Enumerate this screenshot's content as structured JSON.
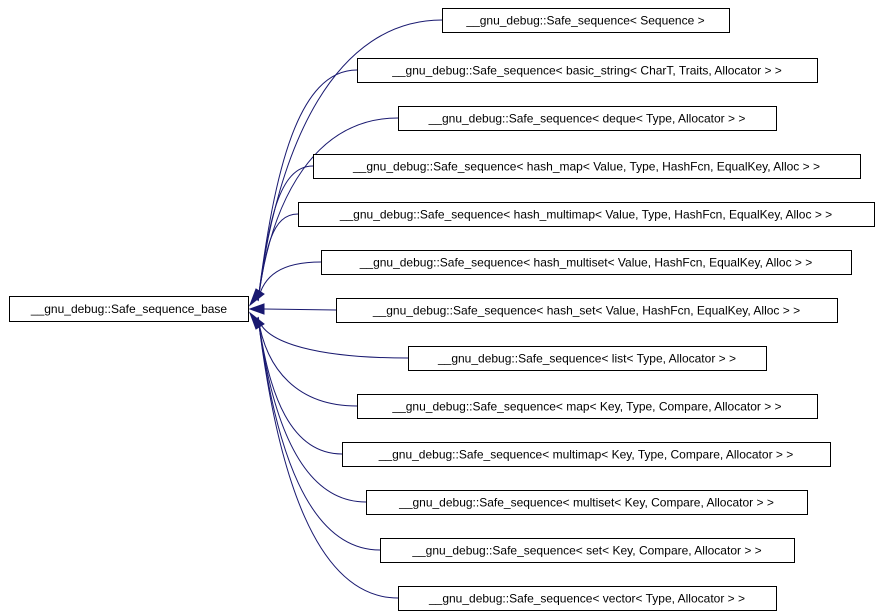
{
  "diagram": {
    "base_class": {
      "label": "__gnu_debug::Safe_sequence_base"
    },
    "derived_classes": [
      {
        "label": "__gnu_debug::Safe_sequence< Sequence >"
      },
      {
        "label": "__gnu_debug::Safe_sequence< basic_string< CharT, Traits, Allocator > >"
      },
      {
        "label": "__gnu_debug::Safe_sequence< deque< Type, Allocator > >"
      },
      {
        "label": "__gnu_debug::Safe_sequence< hash_map< Value, Type, HashFcn, EqualKey, Alloc > >"
      },
      {
        "label": "__gnu_debug::Safe_sequence< hash_multimap< Value, Type, HashFcn, EqualKey, Alloc > >"
      },
      {
        "label": "__gnu_debug::Safe_sequence< hash_multiset< Value, HashFcn, EqualKey, Alloc > >"
      },
      {
        "label": "__gnu_debug::Safe_sequence< hash_set< Value, HashFcn, EqualKey, Alloc > >"
      },
      {
        "label": "__gnu_debug::Safe_sequence< list< Type, Allocator > >"
      },
      {
        "label": "__gnu_debug::Safe_sequence< map< Key, Type, Compare, Allocator > >"
      },
      {
        "label": "__gnu_debug::Safe_sequence< multimap< Key, Type, Compare, Allocator > >"
      },
      {
        "label": "__gnu_debug::Safe_sequence< multiset< Key, Compare, Allocator > >"
      },
      {
        "label": "__gnu_debug::Safe_sequence< set< Key, Compare, Allocator > >"
      },
      {
        "label": "__gnu_debug::Safe_sequence< vector< Type, Allocator > >"
      }
    ],
    "edge_color": "#191970",
    "box_border_color": "#000000",
    "text_color": "#000000"
  }
}
